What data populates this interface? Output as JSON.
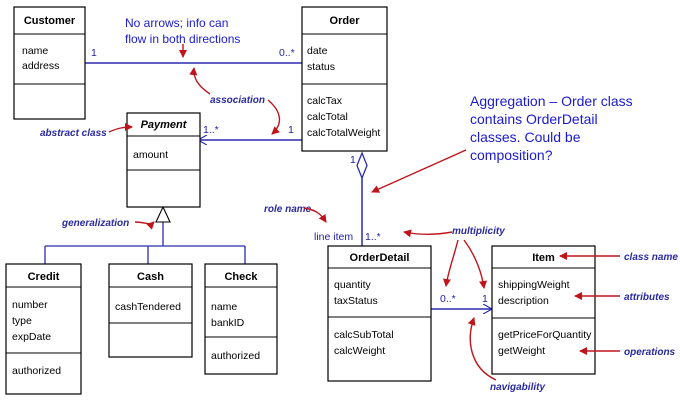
{
  "classes": {
    "customer": {
      "name": "Customer",
      "attributes": [
        "name",
        "address"
      ]
    },
    "order": {
      "name": "Order",
      "attributes": [
        "date",
        "status"
      ],
      "operations": [
        "calcTax",
        "calcTotal",
        "calcTotalWeight"
      ]
    },
    "payment": {
      "name": "Payment",
      "attributes": [
        "amount"
      ]
    },
    "credit": {
      "name": "Credit",
      "attributes": [
        "number",
        "type",
        "expDate"
      ],
      "operations": [
        "authorized"
      ]
    },
    "cash": {
      "name": "Cash",
      "attributes": [
        "cashTendered"
      ]
    },
    "check": {
      "name": "Check",
      "attributes": [
        "name",
        "bankID"
      ],
      "operations": [
        "authorized"
      ]
    },
    "order_detail": {
      "name": "OrderDetail",
      "attributes": [
        "quantity",
        "taxStatus"
      ],
      "operations": [
        "calcSubTotal",
        "calcWeight"
      ]
    },
    "item": {
      "name": "Item",
      "attributes": [
        "shippingWeight",
        "description"
      ],
      "operations": [
        "getPriceForQuantity",
        "getWeight"
      ]
    }
  },
  "multiplicities": {
    "customer_end": "1",
    "order_end": "0..*",
    "payment_end": "1..*",
    "order_payment_end": "1",
    "order_agg_end": "1",
    "orderdetail_end": "1..*",
    "od_item_end": "0..*",
    "item_end": "1"
  },
  "role_label": "line item",
  "annotations": {
    "abstract_class": "abstract class",
    "association": "association",
    "generalization": "generalization",
    "role_name": "role name",
    "multiplicity": "multiplicity",
    "navigability": "navigability",
    "class_name": "class name",
    "attributes": "attributes",
    "operations": "operations"
  },
  "notes": {
    "arrows": [
      "No arrows; info can",
      "flow in both directions"
    ],
    "aggregation": [
      "Aggregation – Order class",
      "contains OrderDetail",
      "classes.  Could be",
      "composition?"
    ]
  },
  "colors": {
    "line": "#2b2bb0",
    "arrow": "#c0141c",
    "note": "#1a1ad0"
  }
}
